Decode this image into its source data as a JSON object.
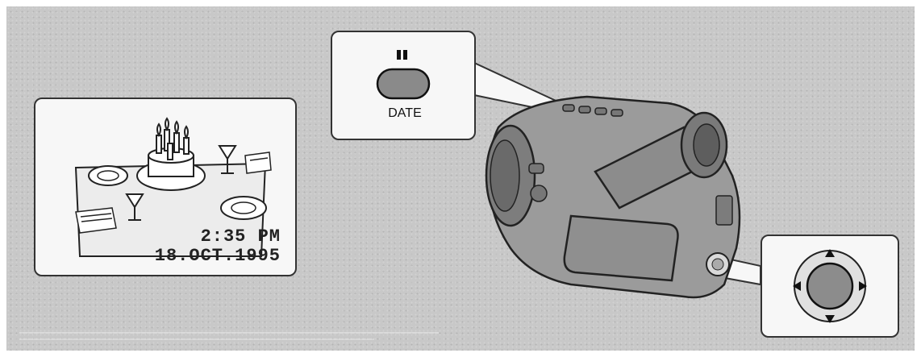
{
  "overlay": {
    "time": "2:35 PM",
    "date": "18.OCT.1995"
  },
  "date_button": {
    "label": "DATE",
    "symbol": "pause-icon"
  },
  "control_pad": {
    "directions": [
      "up-arrow-icon",
      "down-arrow-icon",
      "left-arrow-icon",
      "right-arrow-icon"
    ]
  },
  "colors": {
    "background": "#c8c8c8",
    "card": "#f7f7f7",
    "outline": "#222222",
    "button_fill": "#8a8a8a"
  }
}
